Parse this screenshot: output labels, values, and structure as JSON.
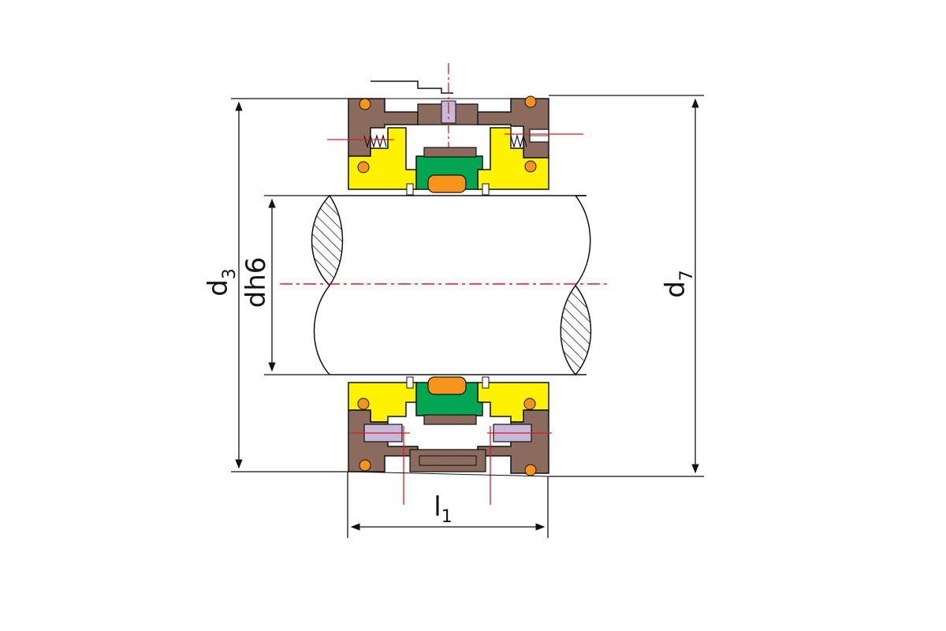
{
  "labels": {
    "d3": {
      "main": "d",
      "sub": "3"
    },
    "dh6": {
      "main": "dh6"
    },
    "d7": {
      "main": "d",
      "sub": "7"
    },
    "l1": {
      "main": "l",
      "sub": "1"
    }
  },
  "colors": {
    "housing": "#8B6B5E",
    "insert": "#FFF200",
    "face": "#00A651",
    "oring": "#F7941D",
    "pin": "#C8B8DA",
    "centerline": "#E0191F",
    "line": "#111111"
  }
}
